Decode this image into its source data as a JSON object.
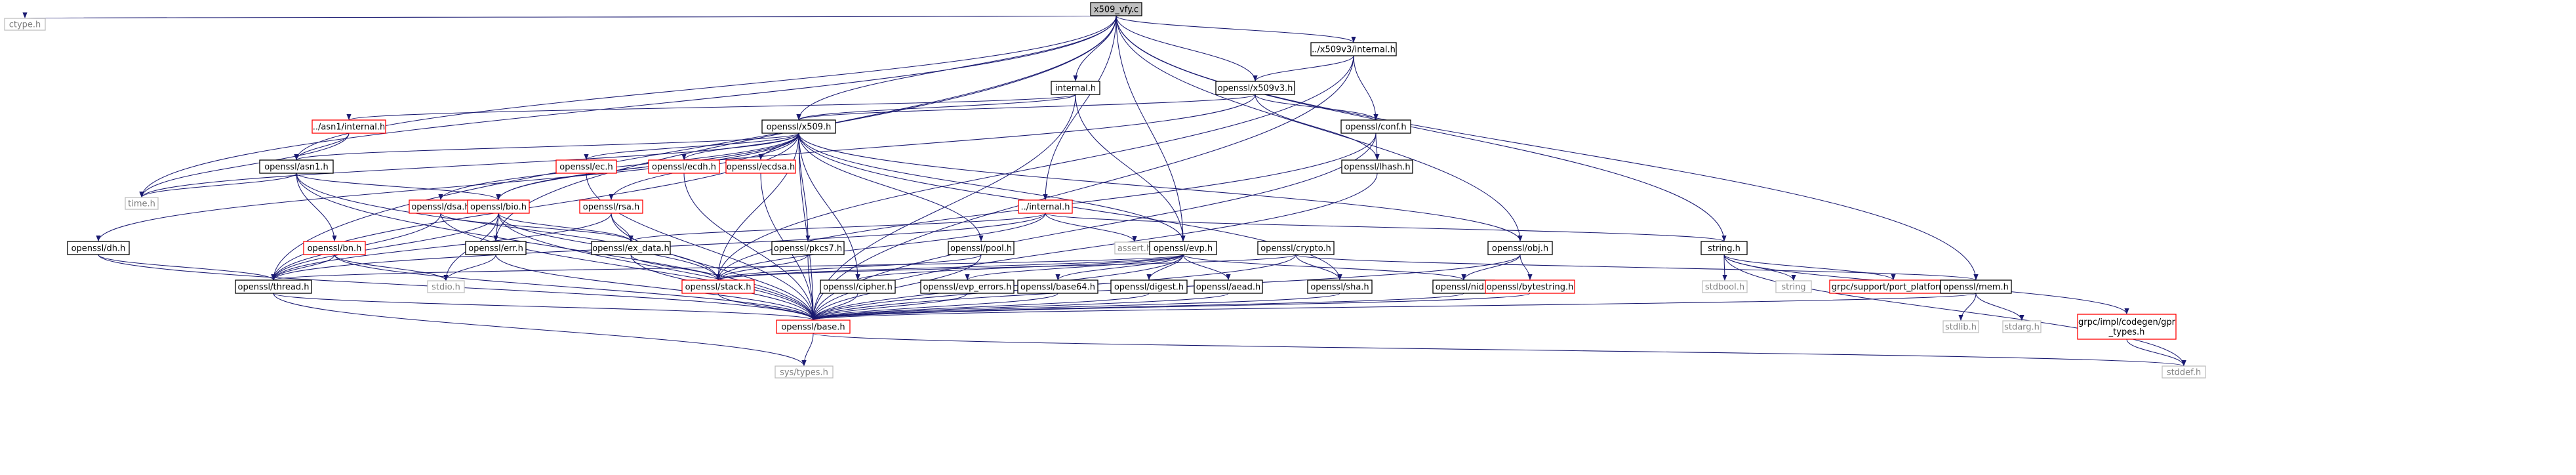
{
  "colors": {
    "root_fill": "#bfbfbf",
    "normal_border": "#000000",
    "red_border": "#ff0000",
    "system_border": "#bfbfbf",
    "system_text": "#7f7f7f",
    "edge": "#191970"
  },
  "nodes": [
    {
      "id": "x509_vfy_c",
      "label": "x509_vfy.c",
      "kind": "root"
    },
    {
      "id": "ctype_h",
      "label": "ctype.h",
      "kind": "system"
    },
    {
      "id": "time_h",
      "label": "time.h",
      "kind": "system"
    },
    {
      "id": "asn1_internal_h",
      "label": "../asn1/internal.h",
      "kind": "red"
    },
    {
      "id": "openssl_asn1_h",
      "label": "openssl/asn1.h",
      "kind": "normal"
    },
    {
      "id": "openssl_x509_h",
      "label": "openssl/x509.h",
      "kind": "normal"
    },
    {
      "id": "internal_h",
      "label": "internal.h",
      "kind": "normal"
    },
    {
      "id": "x509v3_internal_h",
      "label": "../x509v3/internal.h",
      "kind": "normal"
    },
    {
      "id": "openssl_x509v3_h",
      "label": "openssl/x509v3.h",
      "kind": "normal"
    },
    {
      "id": "openssl_conf_h",
      "label": "openssl/conf.h",
      "kind": "normal"
    },
    {
      "id": "openssl_lhash_h",
      "label": "openssl/lhash.h",
      "kind": "normal"
    },
    {
      "id": "openssl_ec_h",
      "label": "openssl/ec.h",
      "kind": "red"
    },
    {
      "id": "openssl_ecdh_h",
      "label": "openssl/ecdh.h",
      "kind": "red"
    },
    {
      "id": "openssl_ecdsa_h",
      "label": "openssl/ecdsa.h",
      "kind": "red"
    },
    {
      "id": "openssl_dsa_h",
      "label": "openssl/dsa.h",
      "kind": "red"
    },
    {
      "id": "openssl_bio_h",
      "label": "openssl/bio.h",
      "kind": "red"
    },
    {
      "id": "openssl_rsa_h",
      "label": "openssl/rsa.h",
      "kind": "red"
    },
    {
      "id": "dot_internal_h",
      "label": "../internal.h",
      "kind": "red"
    },
    {
      "id": "openssl_dh_h",
      "label": "openssl/dh.h",
      "kind": "normal"
    },
    {
      "id": "openssl_bn_h",
      "label": "openssl/bn.h",
      "kind": "red"
    },
    {
      "id": "openssl_ex_data_h",
      "label": "openssl/ex_data.h",
      "kind": "normal"
    },
    {
      "id": "openssl_pkcs7_h",
      "label": "openssl/pkcs7.h",
      "kind": "normal"
    },
    {
      "id": "openssl_pool_h",
      "label": "openssl/pool.h",
      "kind": "normal"
    },
    {
      "id": "assert_h",
      "label": "assert.h",
      "kind": "system"
    },
    {
      "id": "openssl_evp_h",
      "label": "openssl/evp.h",
      "kind": "normal"
    },
    {
      "id": "openssl_crypto_h",
      "label": "openssl/crypto.h",
      "kind": "normal"
    },
    {
      "id": "openssl_obj_h",
      "label": "openssl/obj.h",
      "kind": "normal"
    },
    {
      "id": "string_h",
      "label": "string.h",
      "kind": "normal"
    },
    {
      "id": "openssl_err_h",
      "label": "openssl/err.h",
      "kind": "normal"
    },
    {
      "id": "openssl_thread_h",
      "label": "openssl/thread.h",
      "kind": "normal"
    },
    {
      "id": "stdio_h",
      "label": "stdio.h",
      "kind": "system"
    },
    {
      "id": "openssl_stack_h",
      "label": "openssl/stack.h",
      "kind": "red"
    },
    {
      "id": "openssl_cipher_h",
      "label": "openssl/cipher.h",
      "kind": "normal"
    },
    {
      "id": "openssl_evp_errors_h",
      "label": "openssl/evp_errors.h",
      "kind": "normal"
    },
    {
      "id": "openssl_base64_h",
      "label": "openssl/base64.h",
      "kind": "normal"
    },
    {
      "id": "openssl_digest_h",
      "label": "openssl/digest.h",
      "kind": "normal"
    },
    {
      "id": "openssl_aead_h",
      "label": "openssl/aead.h",
      "kind": "normal"
    },
    {
      "id": "openssl_sha_h",
      "label": "openssl/sha.h",
      "kind": "normal"
    },
    {
      "id": "openssl_nid_h",
      "label": "openssl/nid.h",
      "kind": "normal"
    },
    {
      "id": "openssl_bytestring_h",
      "label": "openssl/bytestring.h",
      "kind": "red"
    },
    {
      "id": "stdbool_h",
      "label": "stdbool.h",
      "kind": "system"
    },
    {
      "id": "string",
      "label": "string",
      "kind": "system"
    },
    {
      "id": "grpc_port_platform_h",
      "label": "grpc/support/port_platform.h",
      "kind": "red"
    },
    {
      "id": "openssl_mem_h",
      "label": "openssl/mem.h",
      "kind": "normal"
    },
    {
      "id": "stdlib_h",
      "label": "stdlib.h",
      "kind": "system"
    },
    {
      "id": "stdarg_h",
      "label": "stdarg.h",
      "kind": "system"
    },
    {
      "id": "grpc_gpr_types_h",
      "label": [
        "grpc/impl/codegen/gpr",
        "_types.h"
      ],
      "kind": "red"
    },
    {
      "id": "openssl_base_h",
      "label": "openssl/base.h",
      "kind": "red"
    },
    {
      "id": "sys_types_h",
      "label": "sys/types.h",
      "kind": "system"
    },
    {
      "id": "stddef_h",
      "label": "stddef.h",
      "kind": "system"
    }
  ],
  "edges": [
    [
      "x509_vfy_c",
      "ctype_h"
    ],
    [
      "x509_vfy_c",
      "time_h"
    ],
    [
      "x509_vfy_c",
      "openssl_asn1_h"
    ],
    [
      "x509_vfy_c",
      "openssl_x509_h"
    ],
    [
      "x509_vfy_c",
      "internal_h"
    ],
    [
      "x509_vfy_c",
      "x509v3_internal_h"
    ],
    [
      "x509_vfy_c",
      "openssl_x509v3_h"
    ],
    [
      "x509_vfy_c",
      "openssl_evp_h"
    ],
    [
      "x509_vfy_c",
      "dot_internal_h"
    ],
    [
      "x509_vfy_c",
      "openssl_obj_h"
    ],
    [
      "x509_vfy_c",
      "string_h"
    ],
    [
      "x509_vfy_c",
      "openssl_mem_h"
    ],
    [
      "x509_vfy_c",
      "openssl_err_h"
    ],
    [
      "x509_vfy_c",
      "openssl_thread_h"
    ],
    [
      "asn1_internal_h",
      "openssl_asn1_h"
    ],
    [
      "asn1_internal_h",
      "time_h"
    ],
    [
      "openssl_asn1_h",
      "time_h"
    ],
    [
      "openssl_asn1_h",
      "openssl_bio_h"
    ],
    [
      "openssl_asn1_h",
      "openssl_bn_h"
    ],
    [
      "openssl_asn1_h",
      "openssl_stack_h"
    ],
    [
      "openssl_asn1_h",
      "openssl_base_h"
    ],
    [
      "internal_h",
      "openssl_x509_h"
    ],
    [
      "internal_h",
      "asn1_internal_h"
    ],
    [
      "internal_h",
      "openssl_evp_h"
    ],
    [
      "internal_h",
      "openssl_base_h"
    ],
    [
      "x509v3_internal_h",
      "openssl_x509v3_h"
    ],
    [
      "x509v3_internal_h",
      "openssl_conf_h"
    ],
    [
      "x509v3_internal_h",
      "openssl_stack_h"
    ],
    [
      "x509v3_internal_h",
      "openssl_base_h"
    ],
    [
      "openssl_x509v3_h",
      "openssl_x509_h"
    ],
    [
      "openssl_x509v3_h",
      "openssl_conf_h"
    ],
    [
      "openssl_x509v3_h",
      "openssl_lhash_h"
    ],
    [
      "openssl_x509v3_h",
      "openssl_bio_h"
    ],
    [
      "openssl_conf_h",
      "openssl_lhash_h"
    ],
    [
      "openssl_conf_h",
      "openssl_stack_h"
    ],
    [
      "openssl_conf_h",
      "openssl_base_h"
    ],
    [
      "openssl_lhash_h",
      "openssl_base_h"
    ],
    [
      "openssl_x509_h",
      "time_h"
    ],
    [
      "openssl_x509_h",
      "openssl_asn1_h"
    ],
    [
      "openssl_x509_h",
      "openssl_thread_h"
    ],
    [
      "openssl_x509_h",
      "openssl_ec_h"
    ],
    [
      "openssl_x509_h",
      "openssl_ecdh_h"
    ],
    [
      "openssl_x509_h",
      "openssl_ecdsa_h"
    ],
    [
      "openssl_x509_h",
      "openssl_dsa_h"
    ],
    [
      "openssl_x509_h",
      "openssl_bio_h"
    ],
    [
      "openssl_x509_h",
      "openssl_rsa_h"
    ],
    [
      "openssl_x509_h",
      "openssl_dh_h"
    ],
    [
      "openssl_x509_h",
      "openssl_pkcs7_h"
    ],
    [
      "openssl_x509_h",
      "openssl_pool_h"
    ],
    [
      "openssl_x509_h",
      "openssl_evp_h"
    ],
    [
      "openssl_x509_h",
      "openssl_obj_h"
    ],
    [
      "openssl_x509_h",
      "openssl_sha_h"
    ],
    [
      "openssl_x509_h",
      "openssl_stack_h"
    ],
    [
      "openssl_x509_h",
      "openssl_cipher_h"
    ],
    [
      "openssl_x509_h",
      "openssl_base_h"
    ],
    [
      "openssl_ec_h",
      "openssl_base_h"
    ],
    [
      "openssl_ecdh_h",
      "openssl_base_h"
    ],
    [
      "openssl_ecdsa_h",
      "openssl_base_h"
    ],
    [
      "openssl_dsa_h",
      "openssl_thread_h"
    ],
    [
      "openssl_dsa_h",
      "openssl_ex_data_h"
    ],
    [
      "openssl_dsa_h",
      "openssl_base_h"
    ],
    [
      "openssl_bio_h",
      "openssl_thread_h"
    ],
    [
      "openssl_bio_h",
      "openssl_ex_data_h"
    ],
    [
      "openssl_bio_h",
      "openssl_err_h"
    ],
    [
      "openssl_bio_h",
      "stdio_h"
    ],
    [
      "openssl_bio_h",
      "openssl_stack_h"
    ],
    [
      "openssl_bio_h",
      "openssl_base_h"
    ],
    [
      "openssl_rsa_h",
      "openssl_thread_h"
    ],
    [
      "openssl_rsa_h",
      "openssl_ex_data_h"
    ],
    [
      "openssl_rsa_h",
      "openssl_base_h"
    ],
    [
      "openssl_dh_h",
      "openssl_thread_h"
    ],
    [
      "openssl_dh_h",
      "openssl_base_h"
    ],
    [
      "openssl_bn_h",
      "openssl_thread_h"
    ],
    [
      "openssl_bn_h",
      "stdio_h"
    ],
    [
      "openssl_bn_h",
      "openssl_base_h"
    ],
    [
      "openssl_ex_data_h",
      "openssl_stack_h"
    ],
    [
      "openssl_ex_data_h",
      "openssl_base_h"
    ],
    [
      "openssl_pkcs7_h",
      "openssl_stack_h"
    ],
    [
      "openssl_pkcs7_h",
      "openssl_base_h"
    ],
    [
      "openssl_pool_h",
      "openssl_stack_h"
    ],
    [
      "openssl_pool_h",
      "openssl_base_h"
    ],
    [
      "dot_internal_h",
      "openssl_ex_data_h"
    ],
    [
      "dot_internal_h",
      "openssl_thread_h"
    ],
    [
      "dot_internal_h",
      "assert_h"
    ],
    [
      "dot_internal_h",
      "string_h"
    ],
    [
      "dot_internal_h",
      "openssl_stack_h"
    ],
    [
      "openssl_evp_h",
      "openssl_thread_h"
    ],
    [
      "openssl_evp_h",
      "openssl_stack_h"
    ],
    [
      "openssl_evp_h",
      "openssl_cipher_h"
    ],
    [
      "openssl_evp_h",
      "openssl_evp_errors_h"
    ],
    [
      "openssl_evp_h",
      "openssl_base64_h"
    ],
    [
      "openssl_evp_h",
      "openssl_digest_h"
    ],
    [
      "openssl_evp_h",
      "openssl_aead_h"
    ],
    [
      "openssl_evp_h",
      "openssl_nid_h"
    ],
    [
      "openssl_evp_h",
      "openssl_base_h"
    ],
    [
      "openssl_crypto_h",
      "openssl_stack_h"
    ],
    [
      "openssl_crypto_h",
      "openssl_sha_h"
    ],
    [
      "openssl_crypto_h",
      "openssl_mem_h"
    ],
    [
      "openssl_crypto_h",
      "openssl_base_h"
    ],
    [
      "openssl_obj_h",
      "openssl_nid_h"
    ],
    [
      "openssl_obj_h",
      "openssl_bytestring_h"
    ],
    [
      "openssl_obj_h",
      "openssl_base_h"
    ],
    [
      "openssl_bytestring_h",
      "openssl_base_h"
    ],
    [
      "string_h",
      "stdbool_h"
    ],
    [
      "string_h",
      "string"
    ],
    [
      "string_h",
      "grpc_port_platform_h"
    ],
    [
      "string_h",
      "grpc_gpr_types_h"
    ],
    [
      "string_h",
      "stddef_h"
    ],
    [
      "openssl_mem_h",
      "stdlib_h"
    ],
    [
      "openssl_mem_h",
      "stdarg_h"
    ],
    [
      "openssl_mem_h",
      "openssl_base_h"
    ],
    [
      "openssl_err_h",
      "stdio_h"
    ],
    [
      "openssl_err_h",
      "openssl_base_h"
    ],
    [
      "openssl_thread_h",
      "sys_types_h"
    ],
    [
      "openssl_thread_h",
      "openssl_base_h"
    ],
    [
      "openssl_stack_h",
      "openssl_base_h"
    ],
    [
      "openssl_cipher_h",
      "openssl_base_h"
    ],
    [
      "openssl_evp_errors_h",
      "openssl_base_h"
    ],
    [
      "openssl_base64_h",
      "openssl_base_h"
    ],
    [
      "openssl_digest_h",
      "openssl_base_h"
    ],
    [
      "openssl_aead_h",
      "openssl_base_h"
    ],
    [
      "openssl_sha_h",
      "openssl_base_h"
    ],
    [
      "openssl_nid_h",
      "openssl_base_h"
    ],
    [
      "grpc_gpr_types_h",
      "stddef_h"
    ],
    [
      "openssl_base_h",
      "sys_types_h"
    ],
    [
      "openssl_base_h",
      "stddef_h"
    ]
  ]
}
